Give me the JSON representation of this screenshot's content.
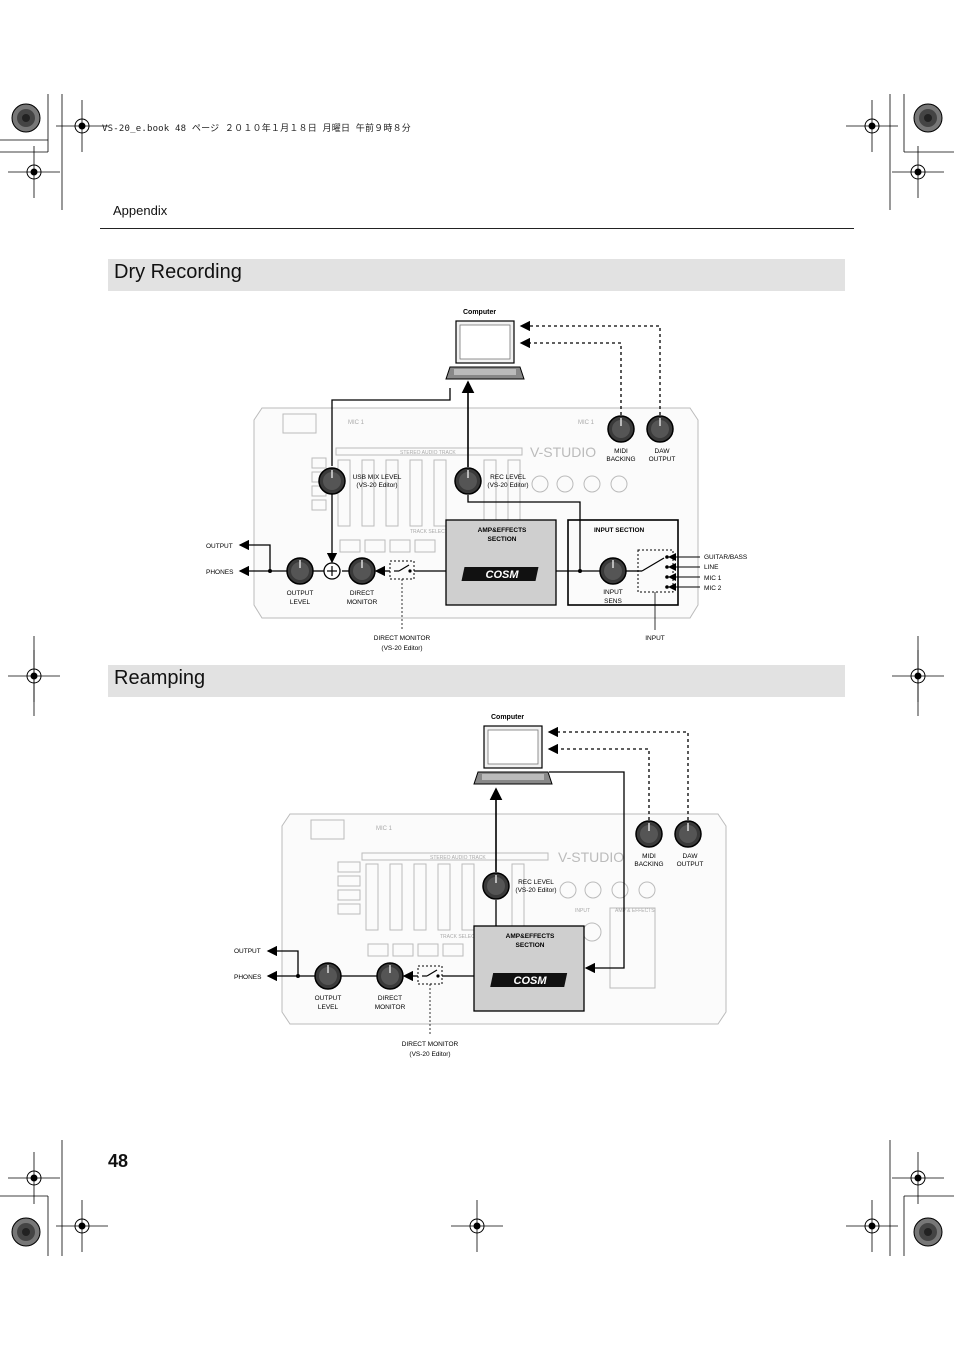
{
  "print_meta": "VS-20_e.book  48 ページ  ２０１０年１月１８日  月曜日  午前９時８分",
  "header": {
    "section": "Appendix"
  },
  "page_number": "48",
  "sections": [
    {
      "title": "Dry Recording",
      "labels": {
        "computer": "Computer",
        "midi_backing": [
          "MIDI",
          "BACKING"
        ],
        "daw_output": [
          "DAW",
          "OUTPUT"
        ],
        "usb_mix_level": [
          "USB MIX LEVEL",
          "(VS-20 Editor)"
        ],
        "rec_level": [
          "REC LEVEL",
          "(VS-20 Editor)"
        ],
        "amp_effects": [
          "AMP&EFFECTS",
          "SECTION"
        ],
        "cosm": "COSM",
        "input_section": "INPUT SECTION",
        "output": "OUTPUT",
        "phones": "PHONES",
        "output_level": [
          "OUTPUT",
          "LEVEL"
        ],
        "direct_monitor": [
          "DIRECT",
          "MONITOR"
        ],
        "input_sens": [
          "INPUT",
          "SENS"
        ],
        "inputs": [
          "GUITAR/BASS",
          "LINE",
          "MIC 1",
          "MIC 2"
        ],
        "direct_monitor_editor": [
          "DIRECT MONITOR",
          "(VS-20 Editor)"
        ],
        "input": "INPUT"
      }
    },
    {
      "title": "Reamping",
      "labels": {
        "computer": "Computer",
        "midi_backing": [
          "MIDI",
          "BACKING"
        ],
        "daw_output": [
          "DAW",
          "OUTPUT"
        ],
        "rec_level": [
          "REC LEVEL",
          "(VS-20 Editor)"
        ],
        "amp_effects": [
          "AMP&EFFECTS",
          "SECTION"
        ],
        "cosm": "COSM",
        "output": "OUTPUT",
        "phones": "PHONES",
        "output_level": [
          "OUTPUT",
          "LEVEL"
        ],
        "direct_monitor": [
          "DIRECT",
          "MONITOR"
        ],
        "direct_monitor_editor": [
          "DIRECT MONITOR",
          "(VS-20 Editor)"
        ]
      }
    }
  ],
  "device_faint_text": {
    "brand": "V-STUDIO",
    "mic1": "MIC 1",
    "stereo_track": "STEREO AUDIO TRACK",
    "track_select": "TRACK SELECT",
    "input": "INPUT",
    "amp_effects": "AMP & EFFECTS"
  }
}
